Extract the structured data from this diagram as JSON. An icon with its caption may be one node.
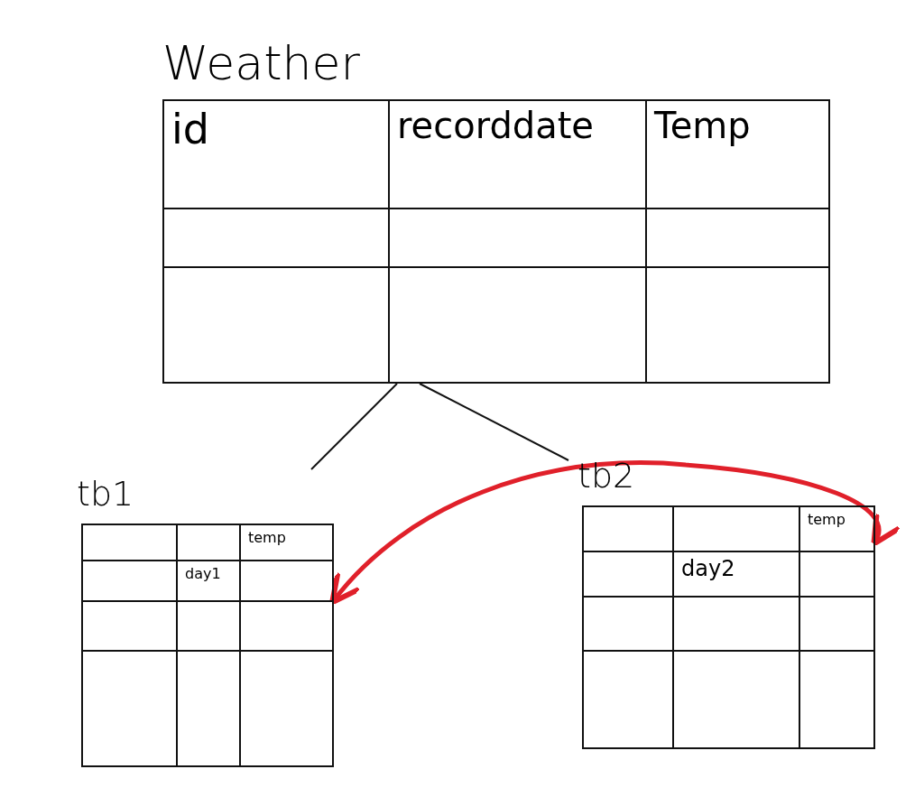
{
  "diagram": {
    "nodes": [
      {
        "text": [
          "Weather"
        ]
      },
      {
        "text": [
          "tb1"
        ]
      },
      {
        "text": [
          "tb2"
        ]
      }
    ],
    "edges": [
      {
        "from": 0,
        "to": 1,
        "arrow": "none"
      },
      {
        "from": 0,
        "to": 2,
        "arrow": "none"
      },
      {
        "from": 1,
        "to": 2,
        "arrow": "both",
        "color": "#e0202a",
        "style": "thick"
      }
    ],
    "labels": [
      "id",
      "recorddate",
      "Temp",
      "temp",
      "day1",
      "temp",
      "day2"
    ]
  }
}
